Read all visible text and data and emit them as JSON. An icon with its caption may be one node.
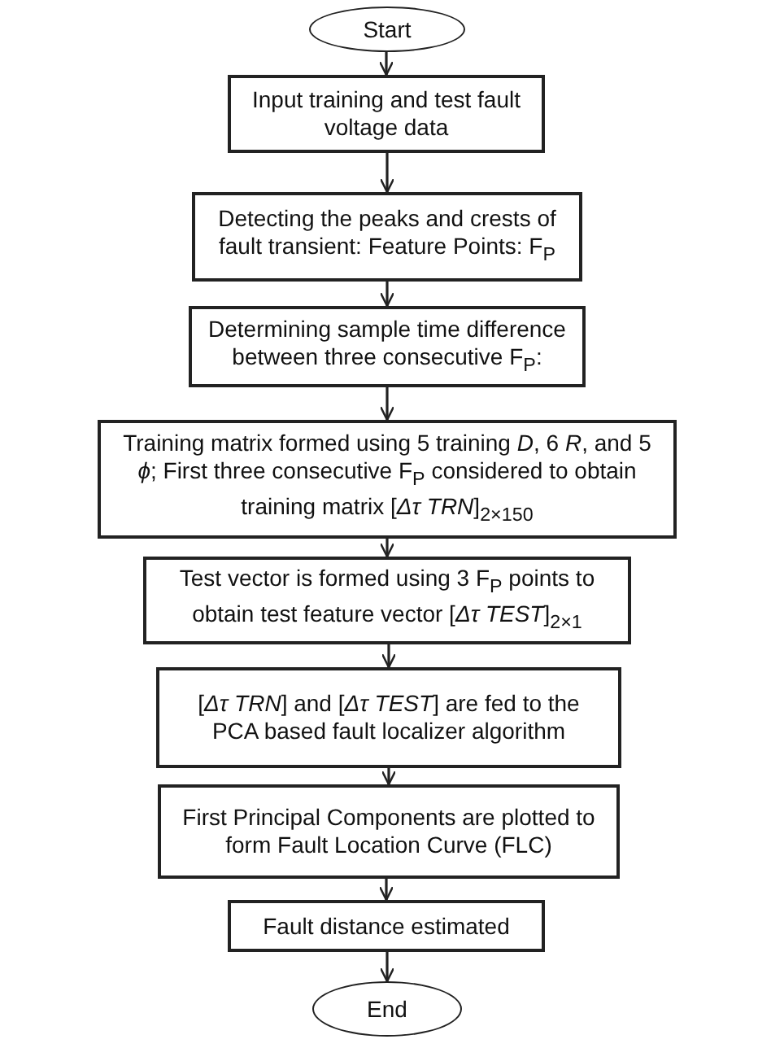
{
  "diagram": {
    "nodes": [
      {
        "text": [
          "Start"
        ]
      },
      {
        "text": [
          "Input training and test fault voltage data"
        ]
      },
      {
        "text": [
          "Detecting the peaks and crests of fault transient: Feature Points: F$_{P}$"
        ]
      },
      {
        "text": [
          "Determining sample time difference between three consecutive F$_{P}$:"
        ]
      },
      {
        "text": [
          "Training matrix formed using 5 training *D*, 6 *R*, and 5 *ϕ*; First three consecutive F$_{P}$ considered to obtain training matrix [*Δτ TRN*]$_{2×150}$"
        ]
      },
      {
        "text": [
          "Test vector is formed using 3 F$_{P}$ points to obtain test feature vector [*Δτ TEST*]$_{2×1}$"
        ]
      },
      {
        "text": [
          "[*Δτ TRN*] and [*Δτ TEST*] are fed to the PCA based fault localizer algorithm"
        ]
      },
      {
        "text": [
          "First Principal Components are plotted to form Fault Location Curve (FLC)"
        ]
      },
      {
        "text": [
          "Fault distance estimated"
        ]
      },
      {
        "text": [
          "End"
        ]
      }
    ],
    "edges": [
      {
        "from": 0,
        "to": 1,
        "arrow": "to"
      },
      {
        "from": 1,
        "to": 2,
        "arrow": "to"
      },
      {
        "from": 2,
        "to": 3,
        "arrow": "to"
      },
      {
        "from": 3,
        "to": 4,
        "arrow": "to"
      },
      {
        "from": 4,
        "to": 5,
        "arrow": "to"
      },
      {
        "from": 5,
        "to": 6,
        "arrow": "to"
      },
      {
        "from": 6,
        "to": 7,
        "arrow": "to"
      },
      {
        "from": 7,
        "to": 8,
        "arrow": "to"
      },
      {
        "from": 8,
        "to": 9,
        "arrow": "to"
      }
    ]
  }
}
